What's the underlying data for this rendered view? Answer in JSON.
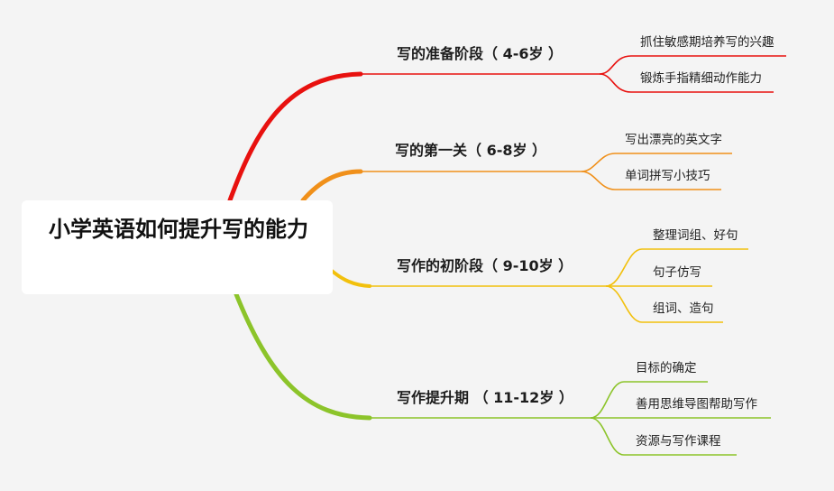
{
  "root": {
    "title": "小学英语如何提升写的能力"
  },
  "branches": [
    {
      "label": "写的准备阶段（ 4-6岁 ）",
      "color": "#e8110f",
      "leaves": [
        "抓住敏感期培养写的兴趣",
        "锻炼手指精细动作能力"
      ]
    },
    {
      "label": "写的第一关（ 6-8岁 ）",
      "color": "#f0901a",
      "leaves": [
        "写出漂亮的英文字",
        "单词拼写小技巧"
      ]
    },
    {
      "label": "写作的初阶段（ 9-10岁 ）",
      "color": "#f2c00c",
      "leaves": [
        "整理词组、好句",
        "句子仿写",
        "组词、造句"
      ]
    },
    {
      "label": "写作提升期 （ 11-12岁 ）",
      "color": "#8cc42a",
      "leaves": [
        "目标的确定",
        "善用思维导图帮助写作",
        "资源与写作课程"
      ]
    }
  ]
}
